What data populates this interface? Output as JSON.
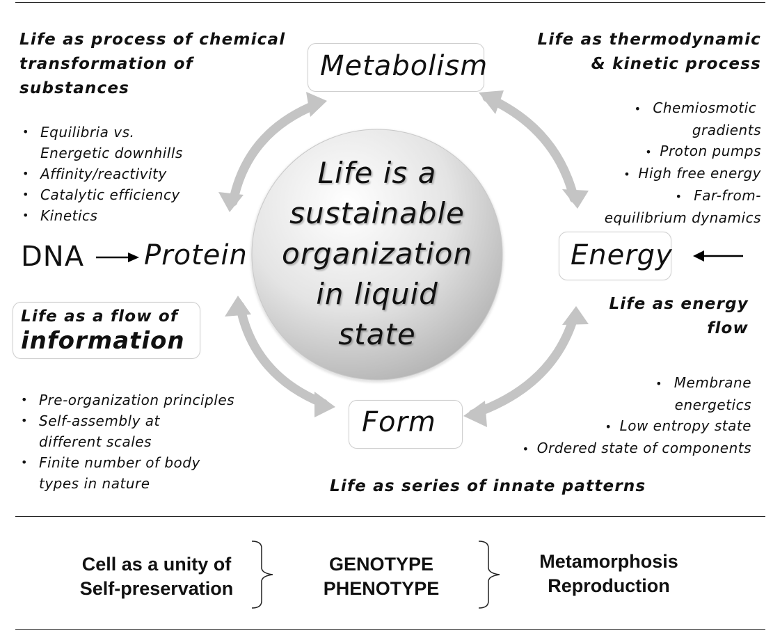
{
  "center_text": [
    "Life is a",
    "sustainable",
    "organization",
    "in liquid",
    "state"
  ],
  "nodes": {
    "metabolism": "Metabolism",
    "energy": "Energy",
    "form": "Form",
    "dna": "DNA",
    "protein": "Protein"
  },
  "top_left": {
    "title_lines": [
      "Life as process of chemical",
      "transformation of",
      "substances"
    ],
    "bullets": [
      [
        "Equilibria vs.",
        "Energetic downhills"
      ],
      [
        "Affinity/reactivity"
      ],
      [
        "Catalytic efficiency"
      ],
      [
        "Kinetics"
      ]
    ]
  },
  "top_right": {
    "title_lines": [
      "Life as thermodynamic",
      "& kinetic process"
    ],
    "bullets": [
      [
        "Chemiosmotic",
        "gradients"
      ],
      [
        "Proton pumps"
      ],
      [
        "High free energy"
      ],
      [
        "Far-from-",
        "equilibrium dynamics"
      ]
    ]
  },
  "information": {
    "line1": "Life as a flow of",
    "line2": "information"
  },
  "energy_flow": {
    "title_lines": [
      "Life as energy",
      "flow"
    ]
  },
  "bottom_left": {
    "bullets": [
      [
        "Pre-organization principles"
      ],
      [
        "Self-assembly at",
        "different scales"
      ],
      [
        "Finite number of body",
        "types in nature"
      ]
    ]
  },
  "bottom_right": {
    "bullets": [
      [
        "Membrane",
        "energetics"
      ],
      [
        "Low entropy state"
      ],
      [
        "Ordered state of components"
      ]
    ]
  },
  "patterns_title": "Life as series of innate patterns",
  "footer": {
    "left": [
      "Cell as a unity of",
      "Self-preservation"
    ],
    "middle": [
      "GENOTYPE",
      "PHENOTYPE"
    ],
    "right": [
      "Metamorphosis",
      "Reproduction"
    ]
  }
}
